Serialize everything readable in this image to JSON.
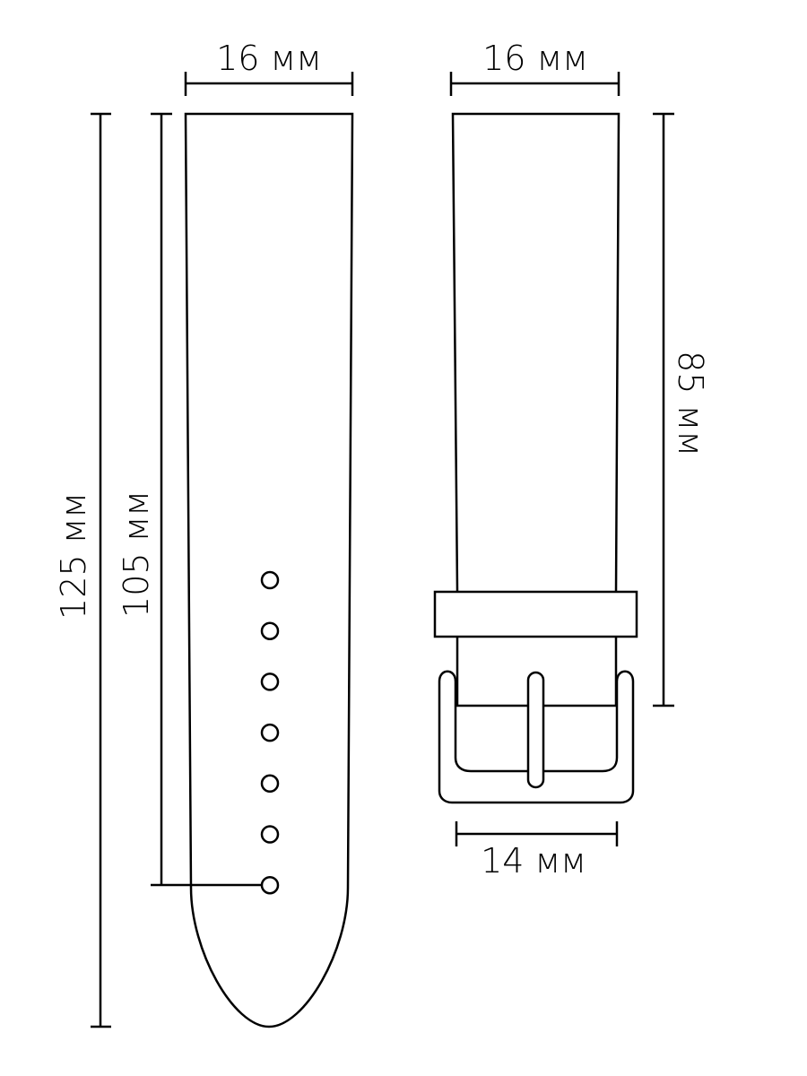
{
  "dimensions": {
    "strap_long_width": "16 мм",
    "strap_short_width": "16 мм",
    "strap_long_total_length": "125 мм",
    "strap_long_to_last_hole": "105 мм",
    "strap_short_length": "85 мм",
    "buckle_width": "14 мм"
  },
  "colors": {
    "line": "#000000",
    "background": "#ffffff"
  },
  "holes_count": 7
}
